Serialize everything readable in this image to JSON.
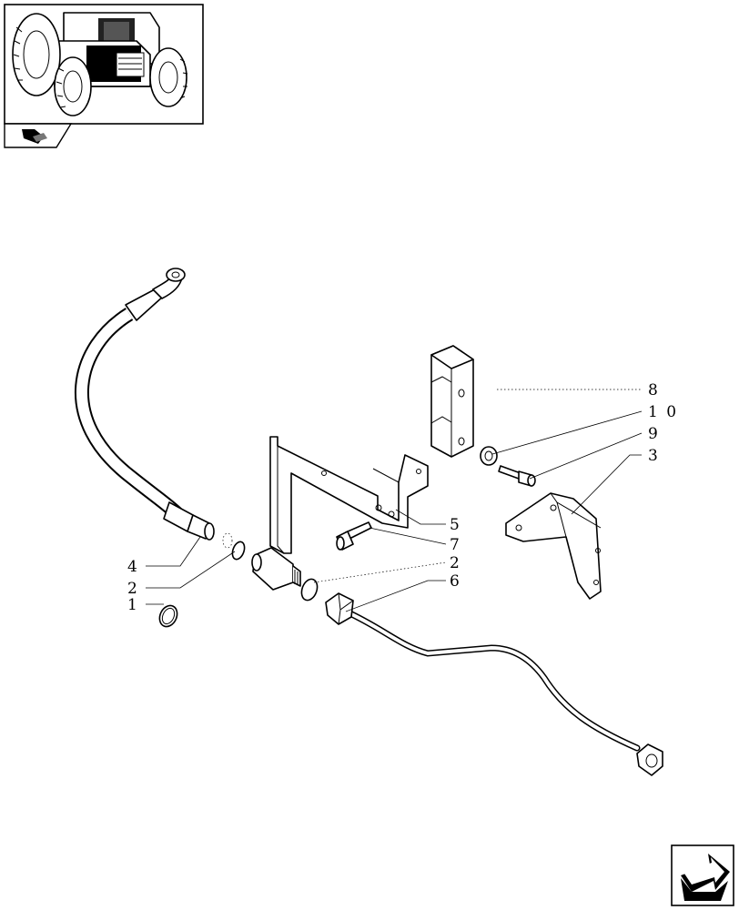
{
  "callouts": [
    {
      "id": "c8",
      "text": "8"
    },
    {
      "id": "c10",
      "text": "1 0"
    },
    {
      "id": "c9",
      "text": "9"
    },
    {
      "id": "c3",
      "text": "3"
    },
    {
      "id": "c5",
      "text": "5"
    },
    {
      "id": "c7",
      "text": "7"
    },
    {
      "id": "c2r",
      "text": "2"
    },
    {
      "id": "c6",
      "text": "6"
    },
    {
      "id": "c4",
      "text": "4"
    },
    {
      "id": "c2l",
      "text": "2"
    },
    {
      "id": "c1",
      "text": "1"
    }
  ],
  "icons": {
    "thumbnail": "tractor-thumbnail-icon",
    "section": "hydraulic-section-icon",
    "nav": "next-page-arrow-icon"
  }
}
